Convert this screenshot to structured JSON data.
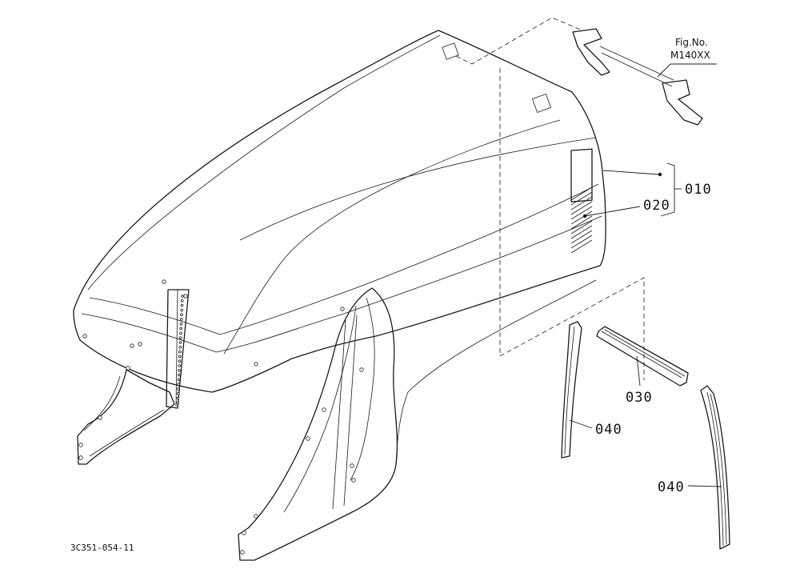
{
  "figure": {
    "fig_ref_line1": "Fig.No.",
    "fig_ref_line2": "M140XX",
    "diagram_code": "3C351-054-11"
  },
  "callouts": {
    "c010": "010",
    "c020": "020",
    "c030": "030",
    "c040_left": "040",
    "c040_right": "040"
  }
}
